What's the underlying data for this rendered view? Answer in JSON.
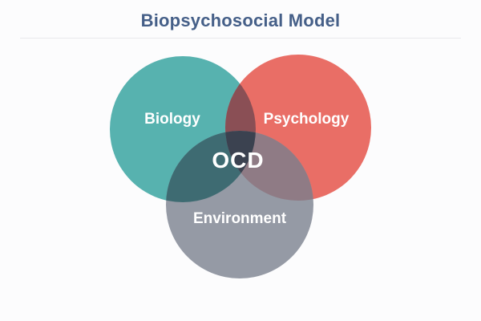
{
  "title": "Biopsychosocial Model",
  "diagram": {
    "type": "venn",
    "center_label": "OCD",
    "circles": [
      {
        "label": "Biology",
        "color": "#57B2AF"
      },
      {
        "label": "Psychology",
        "color": "#E96E66"
      },
      {
        "label": "Environment",
        "color": "#959AA5"
      }
    ],
    "overlap_colors": {
      "biology_psychology": "#8A4F55",
      "biology_environment": "#3E6B72",
      "psychology_environment": "#8F7B85",
      "all_three": "#3B4250"
    }
  },
  "colors": {
    "title_text": "#455F88",
    "divider": "#E9E9EC",
    "background": "#FCFCFD",
    "label_text": "#FFFFFF"
  }
}
